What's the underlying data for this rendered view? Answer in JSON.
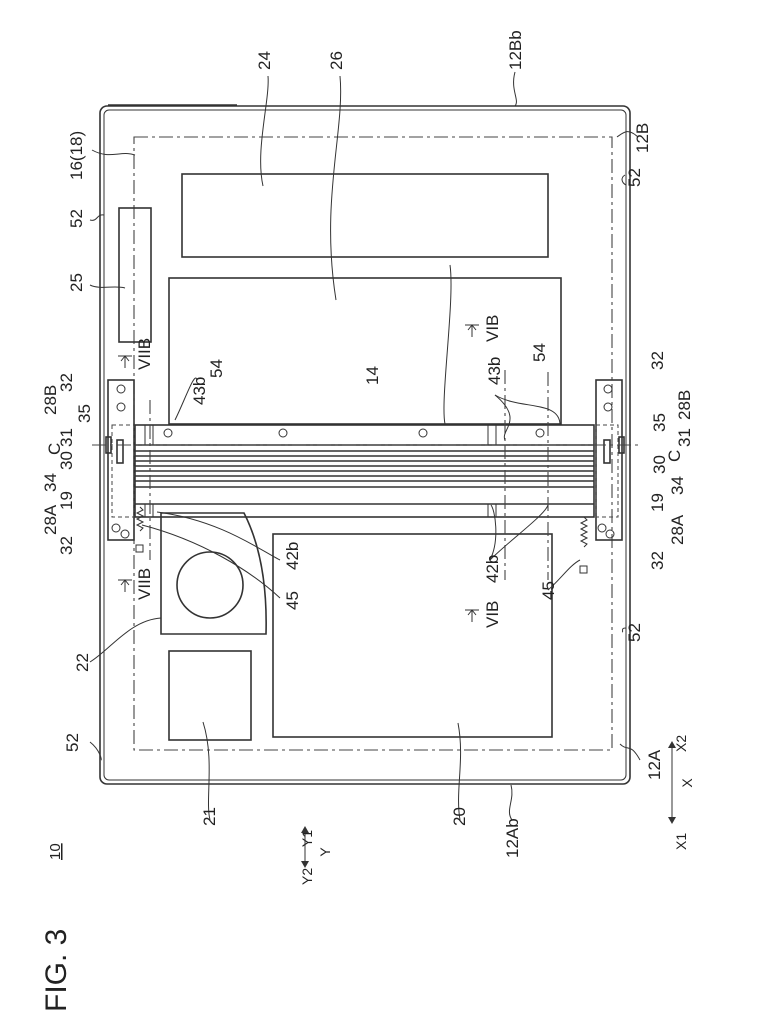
{
  "figure": {
    "title": "FIG. 3",
    "device_ref": "10"
  },
  "labels": {
    "l24": "24",
    "l26": "26",
    "l12Bb": "12Bb",
    "l12B": "12B",
    "l16_18": "16(18)",
    "l52_top_left": "52",
    "l52_top_right": "52",
    "l52_bottom_left": "52",
    "l52_bottom_right": "52",
    "l25": "25",
    "l14": "14",
    "l54_left": "54",
    "l54_right": "54",
    "l43b_left": "43b",
    "l43b_right": "43b",
    "l42b_left": "42b",
    "l42b_right": "42b",
    "l45_left": "45",
    "l45_right": "45",
    "l28B_left": "28B",
    "l28B_right": "28B",
    "l28A_left": "28A",
    "l28A_right": "28A",
    "l32_a": "32",
    "l32_b": "32",
    "l32_c": "32",
    "l32_d": "32",
    "l35_left": "35",
    "l35_right": "35",
    "l31_left": "31",
    "l31_right": "31",
    "lC_left": "C",
    "lC_right": "C",
    "l30_left": "30",
    "l30_right": "30",
    "l34_left": "34",
    "l34_right": "34",
    "l19_left": "19",
    "l19_right": "19",
    "l22": "22",
    "l21": "21",
    "l20": "20",
    "l12Ab": "12Ab",
    "l12A": "12A",
    "section_VIIB_top": "VIIB",
    "section_VIIB_bottom": "VIIB",
    "section_VIB_top": "VIB",
    "section_VIB_bottom": "VIB"
  },
  "axes": {
    "y_axis": {
      "name": "Y",
      "neg": "Y1",
      "pos": "Y2"
    },
    "x_axis": {
      "name": "X",
      "neg": "X1",
      "pos": "X2"
    }
  }
}
